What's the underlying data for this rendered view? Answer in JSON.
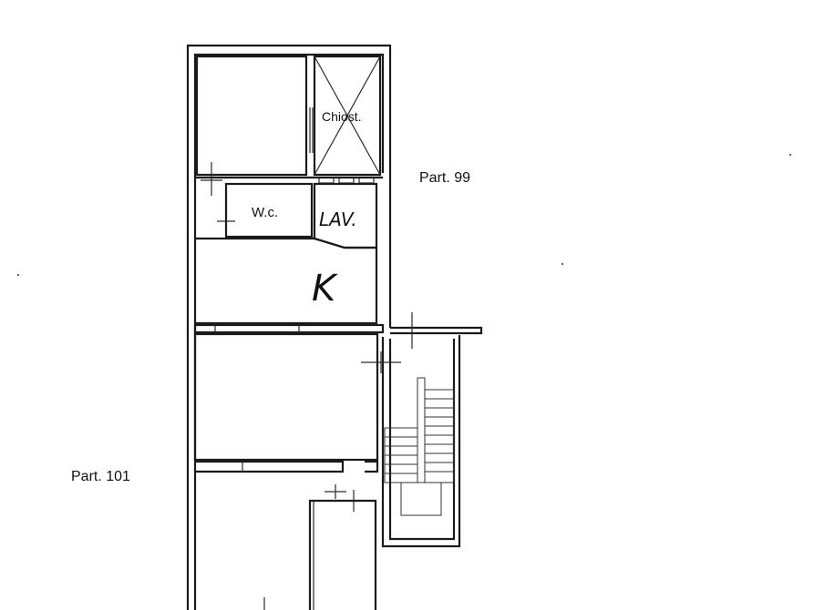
{
  "labels": {
    "parcel_north": "Part. 99",
    "parcel_west": "Part. 101",
    "closet": "Chiost.",
    "wc": "W.c.",
    "laundry": "LAV.",
    "kitchen": "K"
  }
}
